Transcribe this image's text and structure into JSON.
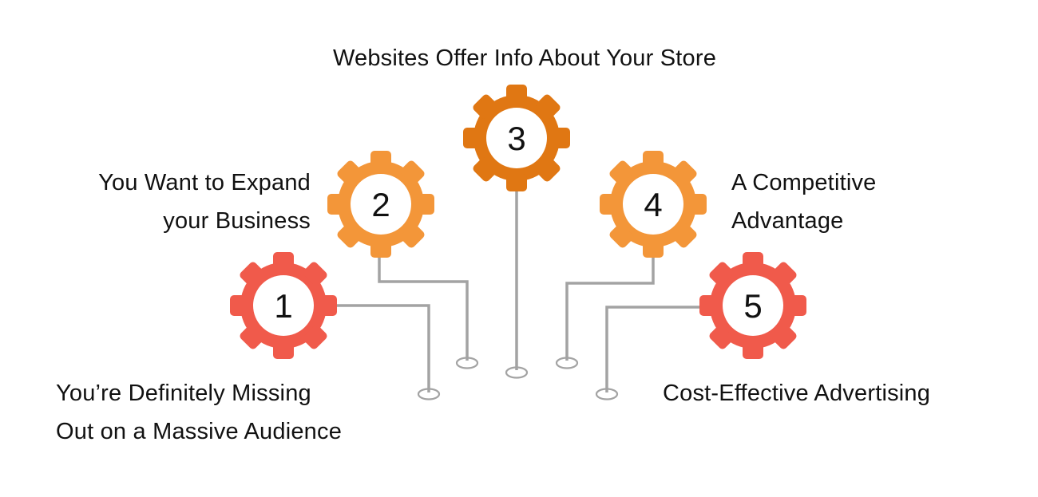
{
  "colors": {
    "gear_red": "#F05A4B",
    "gear_orange_light": "#F39639",
    "gear_orange_dark": "#E07713",
    "connector_gray": "#A3A3A3",
    "text": "#111111",
    "background": "#FFFFFF"
  },
  "items": [
    {
      "number": "1",
      "title_lines": [
        "You’re Definitely Missing",
        "Out on a Massive Audience"
      ],
      "color": "#F05A4B"
    },
    {
      "number": "2",
      "title_lines": [
        "You Want to Expand",
        "your Business"
      ],
      "color": "#F39639"
    },
    {
      "number": "3",
      "title_lines": [
        "Websites Offer Info About Your Store"
      ],
      "color": "#E07713"
    },
    {
      "number": "4",
      "title_lines": [
        "A Competitive",
        "Advantage"
      ],
      "color": "#F39639"
    },
    {
      "number": "5",
      "title_lines": [
        "Cost-Effective Advertising"
      ],
      "color": "#F05A4B"
    }
  ]
}
